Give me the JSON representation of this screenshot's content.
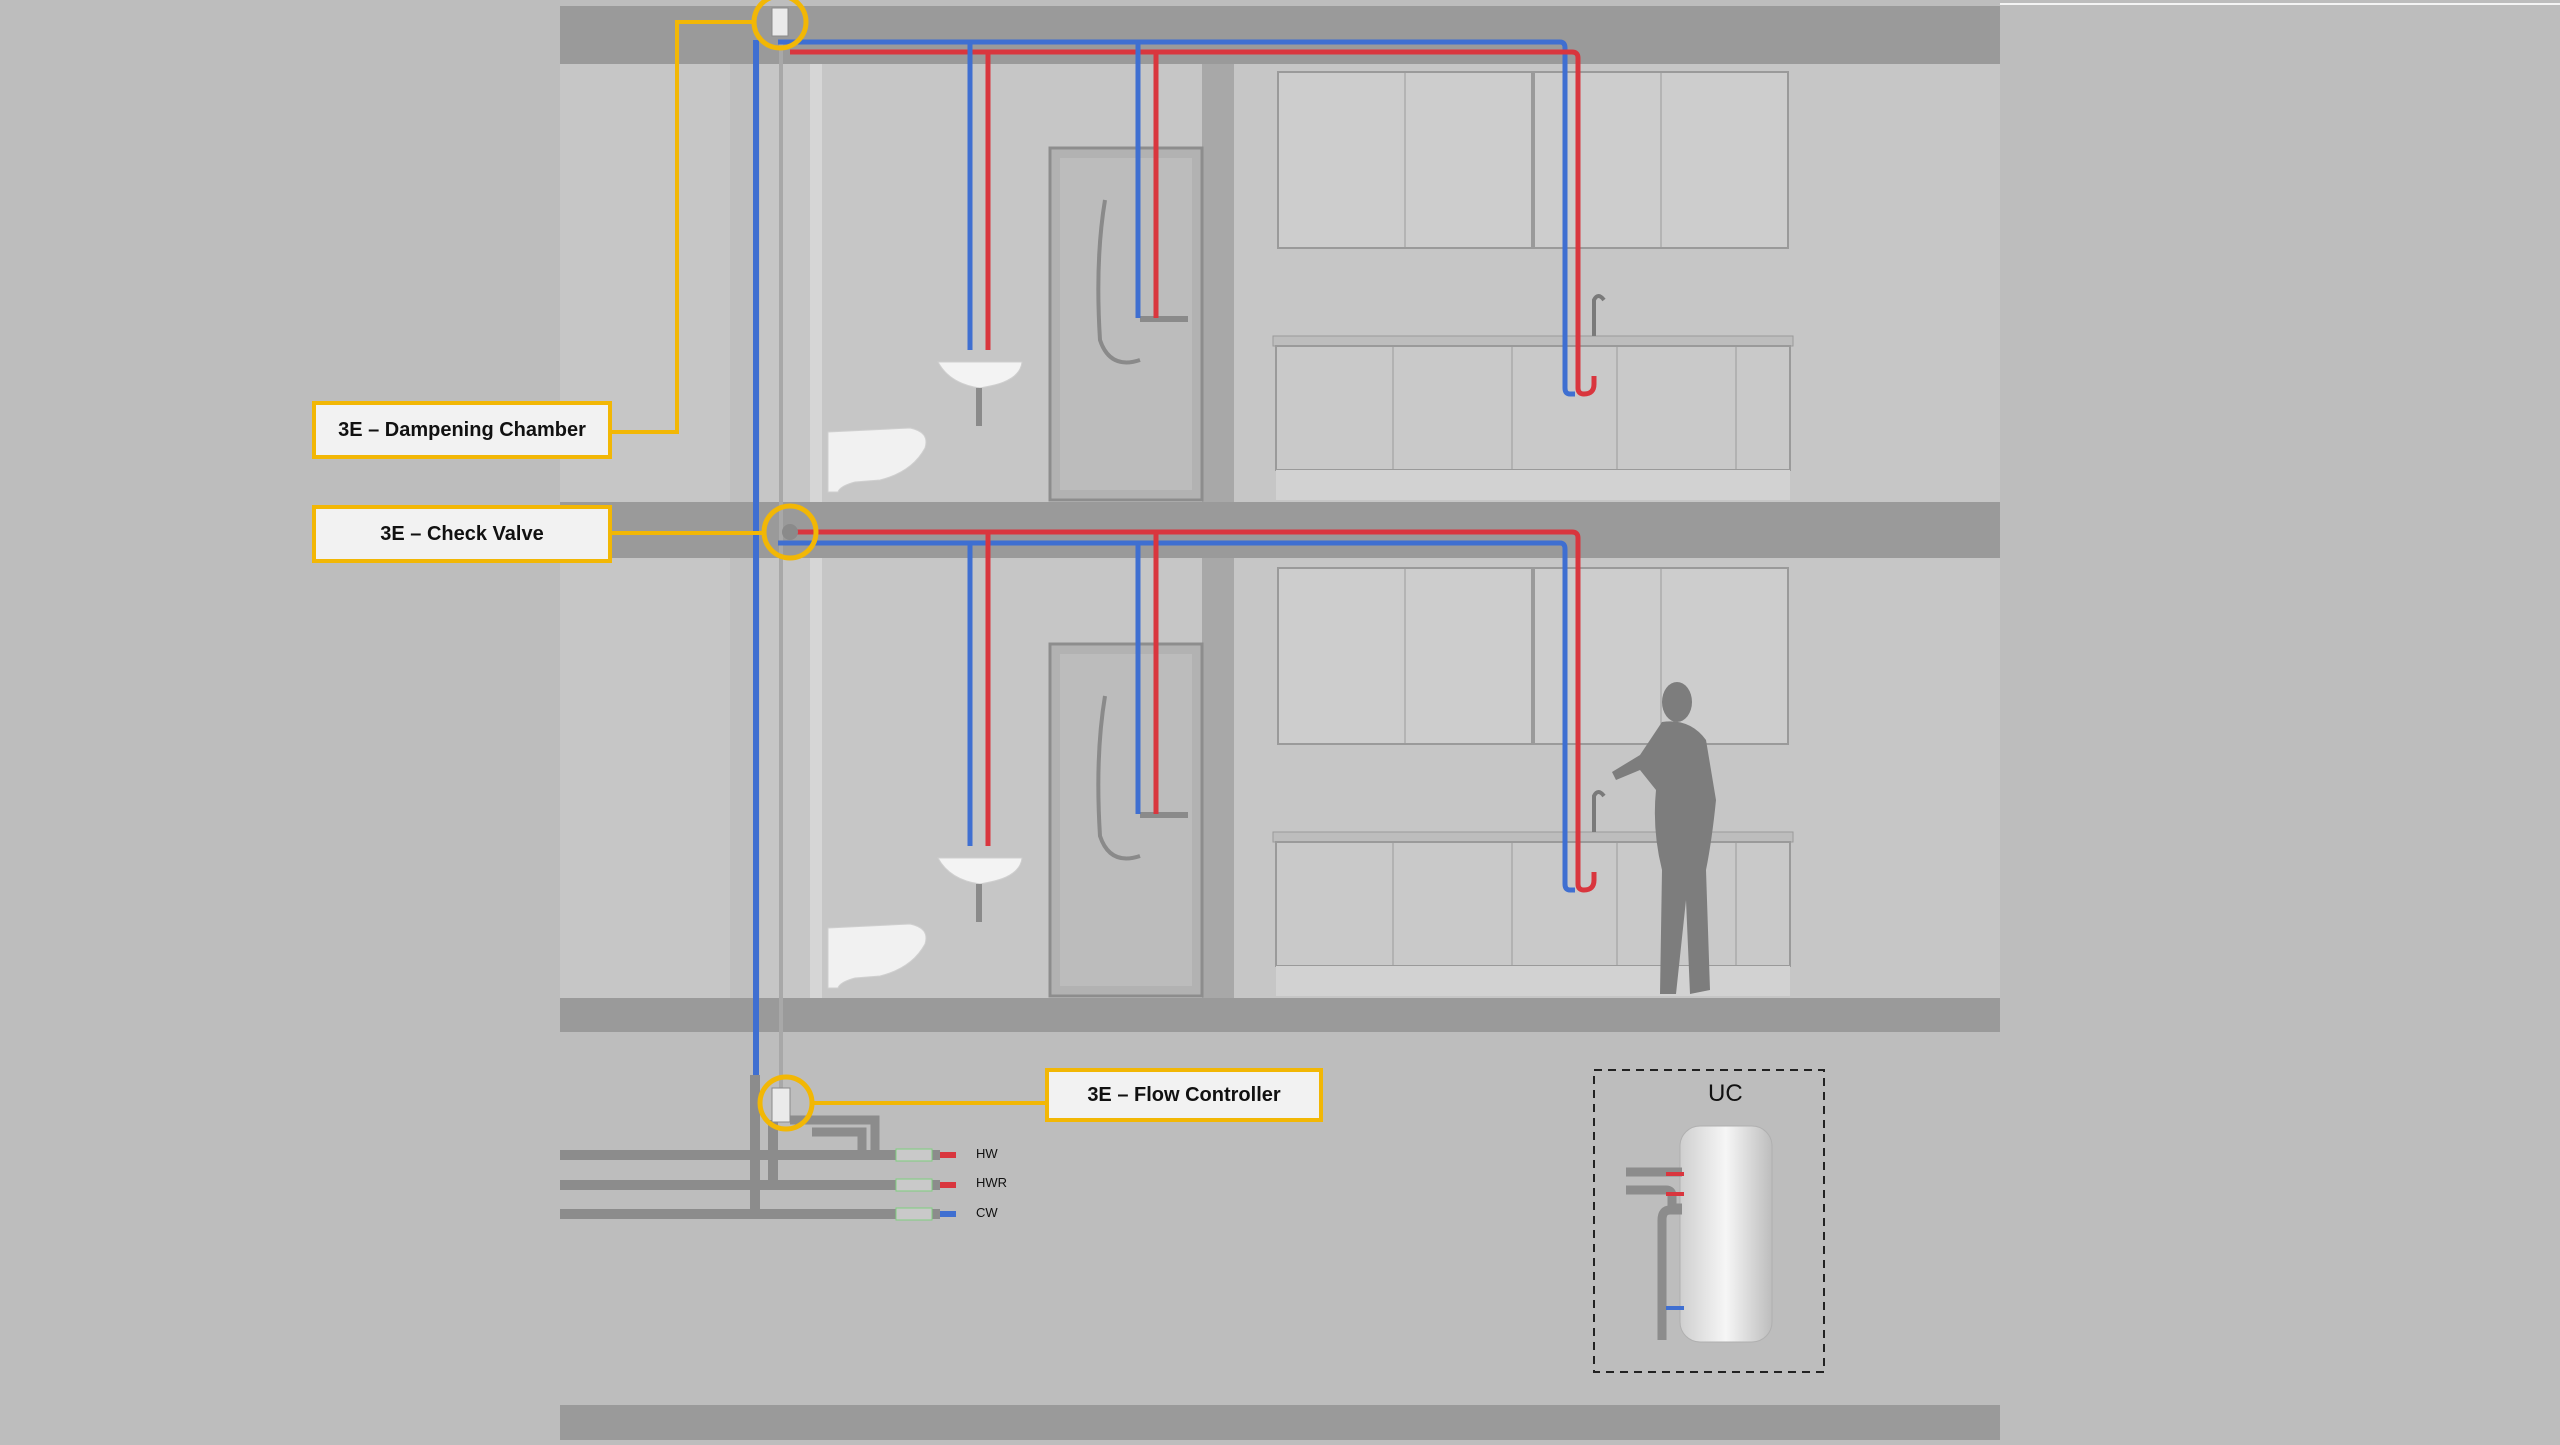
{
  "callouts": {
    "dampening": "3E – Dampening Chamber",
    "check_valve": "3E – Check Valve",
    "flow_controller": "3E – Flow Controller"
  },
  "pipes": {
    "hw": "HW",
    "hwr": "HWR",
    "cw": "CW"
  },
  "unit": {
    "label": "UC"
  },
  "colors": {
    "hot": "#d9363e",
    "cold": "#3f6fd1",
    "accent": "#f2b705",
    "floor_slab": "#9a9a9a",
    "wall": "#c9c9c9",
    "background": "#bdbdbd"
  }
}
